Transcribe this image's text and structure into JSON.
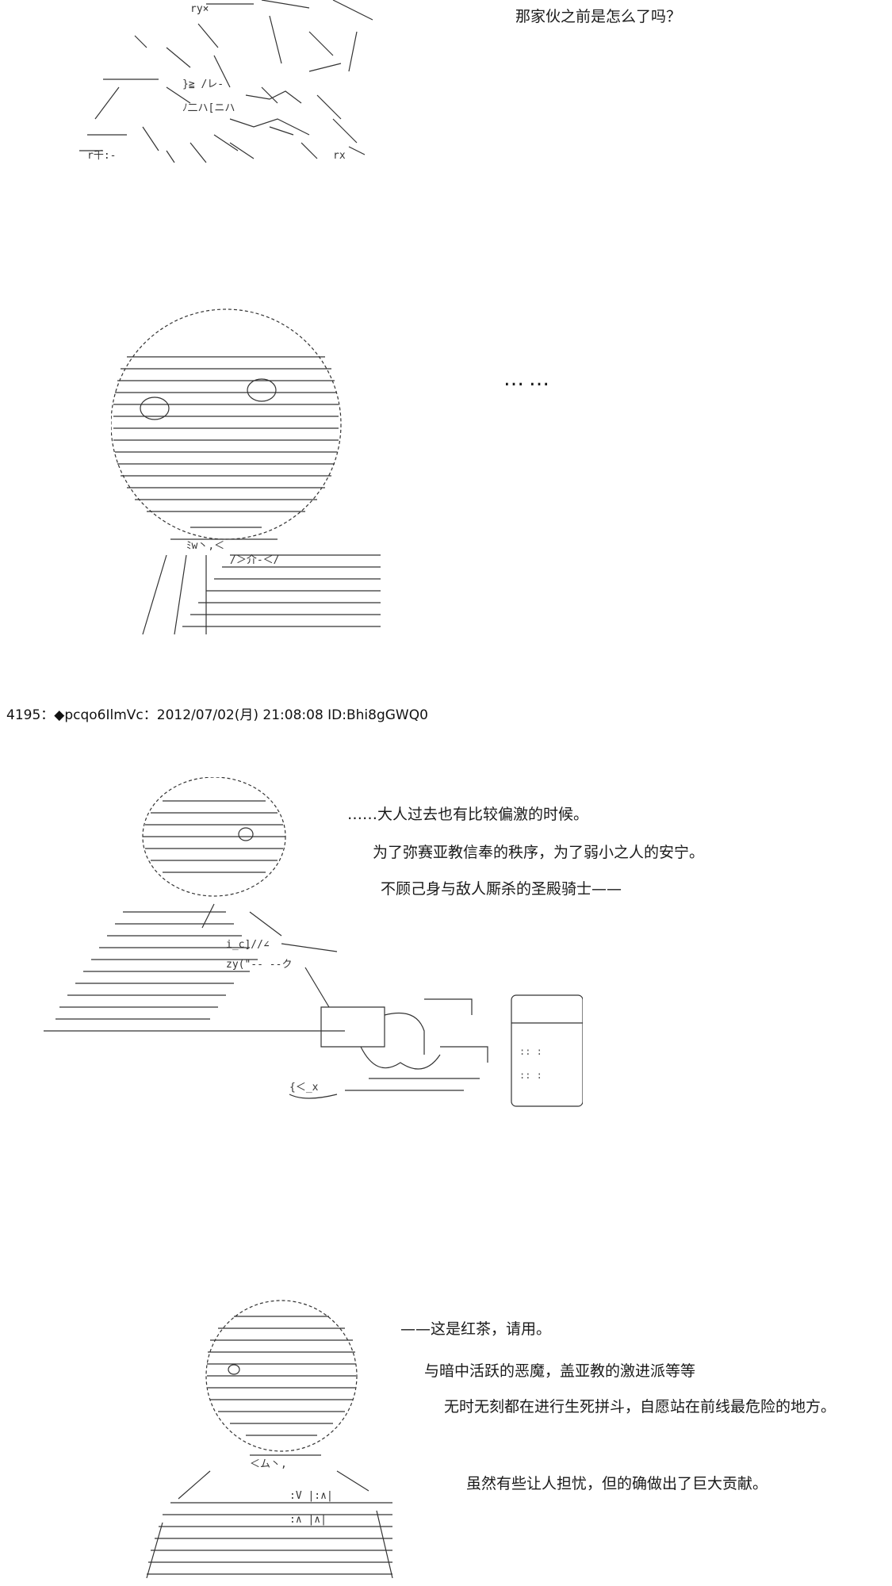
{
  "panel1": {
    "question": "那家伙之前是怎么了吗？"
  },
  "panel2": {
    "ellipsis": "……"
  },
  "post": {
    "header": "4195：◆pcqo6IlmVc：2012/07/02(月) 21:08:08 ID:Bhi8gGWQ0"
  },
  "panel3": {
    "lines": [
      "……大人过去也有比较偏激的时候。",
      "为了弥赛亚教信奉的秩序，为了弱小之人的安宁。",
      "不顾己身与敌人厮杀的圣殿骑士——"
    ]
  },
  "panel4": {
    "lines": [
      "——这是红茶，请用。",
      "与暗中活跃的恶魔，盖亚教的激进派等等",
      "无时无刻都在进行生死拼斗，自愿站在前线最危险的地方。",
      "虽然有些让人担忧，但的确做出了巨大贡献。"
    ]
  }
}
